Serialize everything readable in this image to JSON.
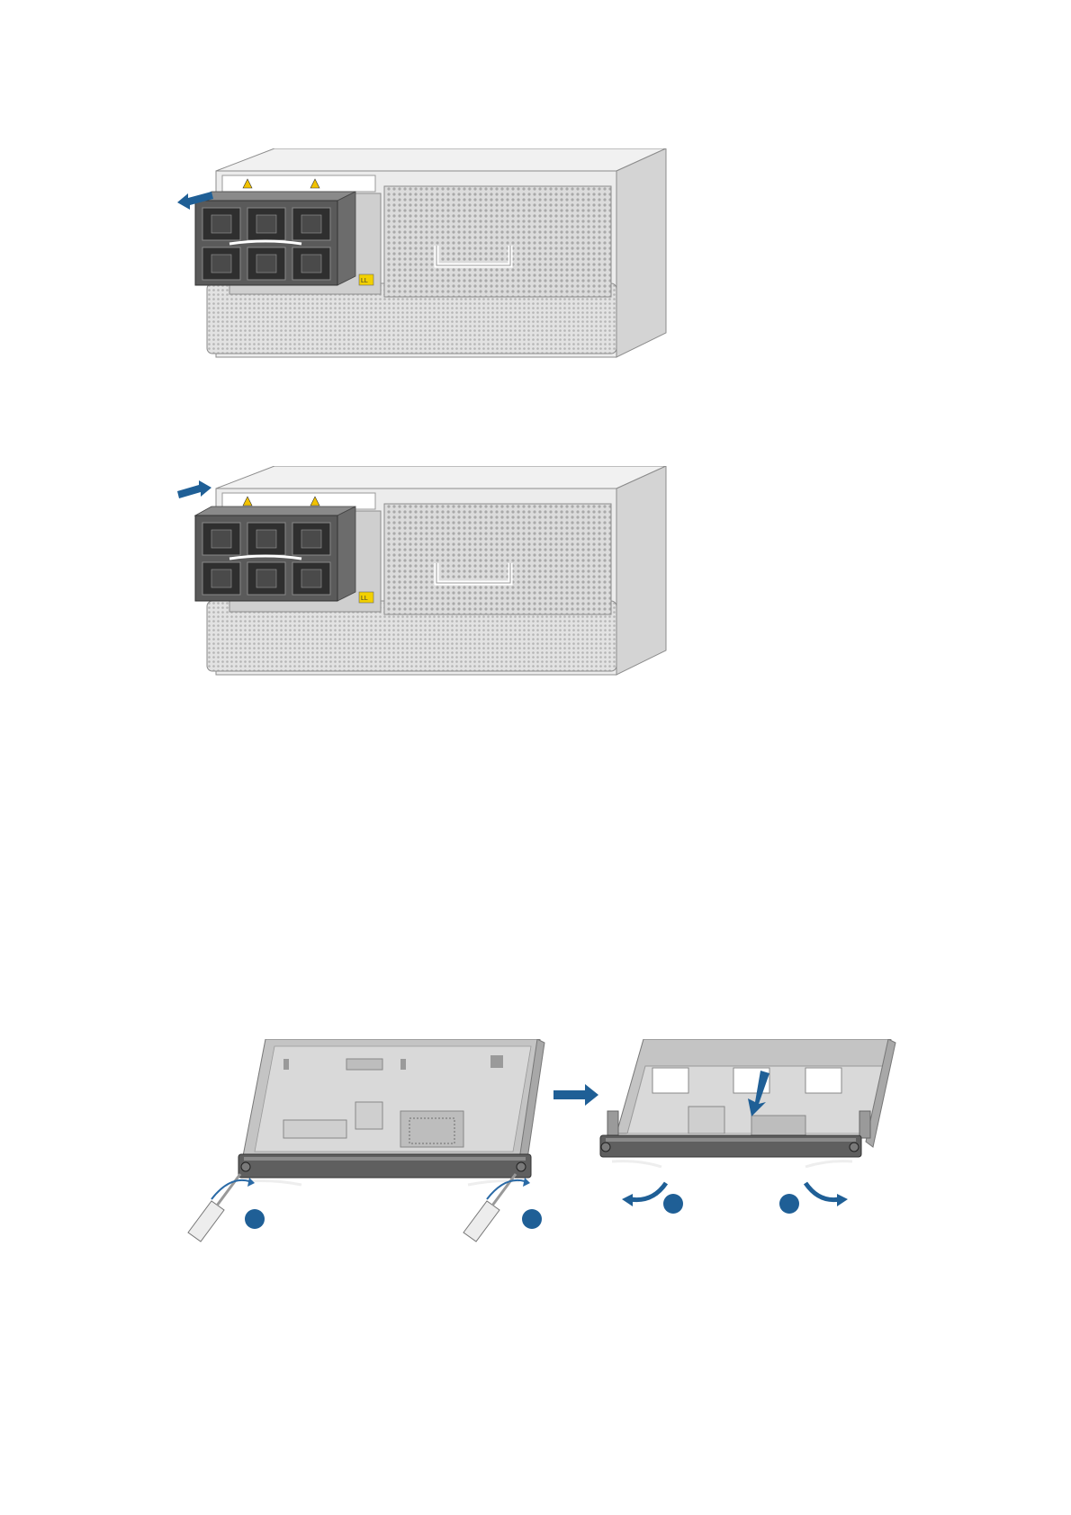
{
  "figures": [
    {
      "id": "fig1",
      "description_name": "power-module-removal",
      "arrow_direction": "out"
    },
    {
      "id": "fig2",
      "description_name": "power-module-installation",
      "arrow_direction": "in"
    },
    {
      "id": "fig3",
      "description_name": "card-replacement-steps"
    }
  ],
  "chassis_labels": {
    "warning_a": "",
    "warning_b": "",
    "yellow_tag": "LL"
  },
  "steps": {
    "step1": "",
    "step2": "",
    "step3": "",
    "step4": ""
  },
  "colors": {
    "accent_blue": "#1f5f96",
    "chassis_light": "#e9e9e9",
    "chassis_mid": "#d2d2d2",
    "module_dark": "#5a5a5a",
    "card_frame": "#bdbdbd"
  }
}
